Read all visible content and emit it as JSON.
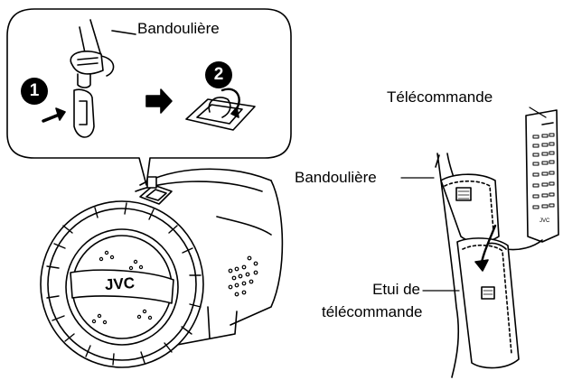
{
  "inset": {
    "strap_label": "Bandoulière",
    "step1": "1",
    "step2": "2"
  },
  "camera": {
    "brand": "JVC"
  },
  "remote": {
    "remote_label": "Télécommande",
    "strap_label": "Bandoulière",
    "case_label_line1": "Etui de",
    "case_label_line2": "télécommande",
    "remote_brand": "JVC"
  }
}
